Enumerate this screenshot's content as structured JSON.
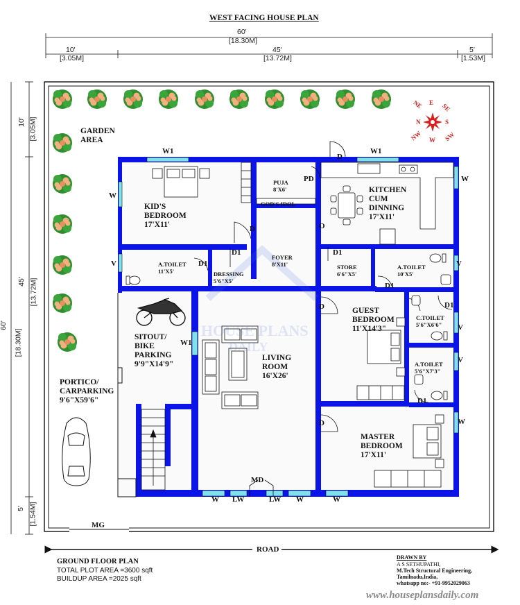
{
  "title": "WEST FACING HOUSE PLAN",
  "dimensions": {
    "total_width": "60'",
    "total_width_m": "[18.30M]",
    "left_setback": "10'",
    "left_setback_m": "[3.05M]",
    "house_width": "45'",
    "house_width_m": "[13.72M]",
    "right_setback": "5'",
    "right_setback_m": "[1.53M]",
    "total_depth": "60'",
    "total_depth_m": "[18.30M]",
    "top_setback": "10'",
    "top_setback_m": "[3.05M]",
    "house_depth": "45'",
    "house_depth_m": "[13.72M]",
    "bottom_setback": "5'",
    "bottom_setback_m": "[1.54M]"
  },
  "rooms": {
    "garden": "GARDEN\nAREA",
    "kids_bedroom": "KID'S\nBEDROOM\n17'X11'",
    "puja": "PUJA\n8'X6'",
    "gods_idol": "GOD'S IDOL",
    "kitchen": "KITCHEN\nCUM\nDINNING\n17'X11'",
    "a_toilet_1": "A.TOILET\n11'X5'",
    "dressing": "DRESSING\n5'6\"X5'",
    "foyer": "FOYER\n8'X11'",
    "store": "STORE\n6'6\"X5'",
    "a_toilet_2": "A.TOILET\n10'X5'",
    "guest_bedroom": "GUEST\nBEDROOM\n11'X14'3\"",
    "c_toilet": "C.TOILET\n5'6\"X6'6\"",
    "a_toilet_3": "A.TOILET\n5'6\"X7'3\"",
    "sitout": "SITOUT/\nBIKE\nPARKING\n9'9\"X14'9\"",
    "living": "LIVING\nROOM\n16'X26'",
    "portico": "PORTICO/\nCARPARKING\n9'6\"X59'6\"",
    "master_bedroom": "MASTER\nBEDROOM\n17'X11'"
  },
  "openings": {
    "w": "W",
    "w1": "W1",
    "v": "V",
    "d": "D",
    "d1": "D1",
    "pd": "PD",
    "o": "O",
    "md": "MD",
    "lw": "LW",
    "mg": "MG"
  },
  "compass": {
    "n": "N",
    "ne": "NE",
    "e": "E",
    "se": "SE",
    "s": "S",
    "sw": "SW",
    "w": "W",
    "nw": "NW"
  },
  "road": "ROAD",
  "footer": {
    "plan_name": "GROUND FLOOR PLAN",
    "plot_area": "TOTAL PLOT AREA =3600 sqft",
    "buildup_area": "BUILDUP AREA =2025 sqft",
    "drawn_by": "DRAWN BY",
    "author": "A S SETHUPATHI,",
    "qualification": "M.Tech Structural Engineering,",
    "location": "Tamilnadu,India,",
    "phone": "whatsapp no:- +91-9952029063",
    "website": "www.houseplansdaily.com"
  },
  "watermark": {
    "line1": "HOUSE PLANS",
    "line2": "DAILY"
  },
  "colors": {
    "wall": "#0a14e6",
    "window": "#7fe0ee",
    "flower": "#2f8f2f",
    "bloom": "#e8a070",
    "compass": "#d81e1e",
    "line": "#111111"
  }
}
